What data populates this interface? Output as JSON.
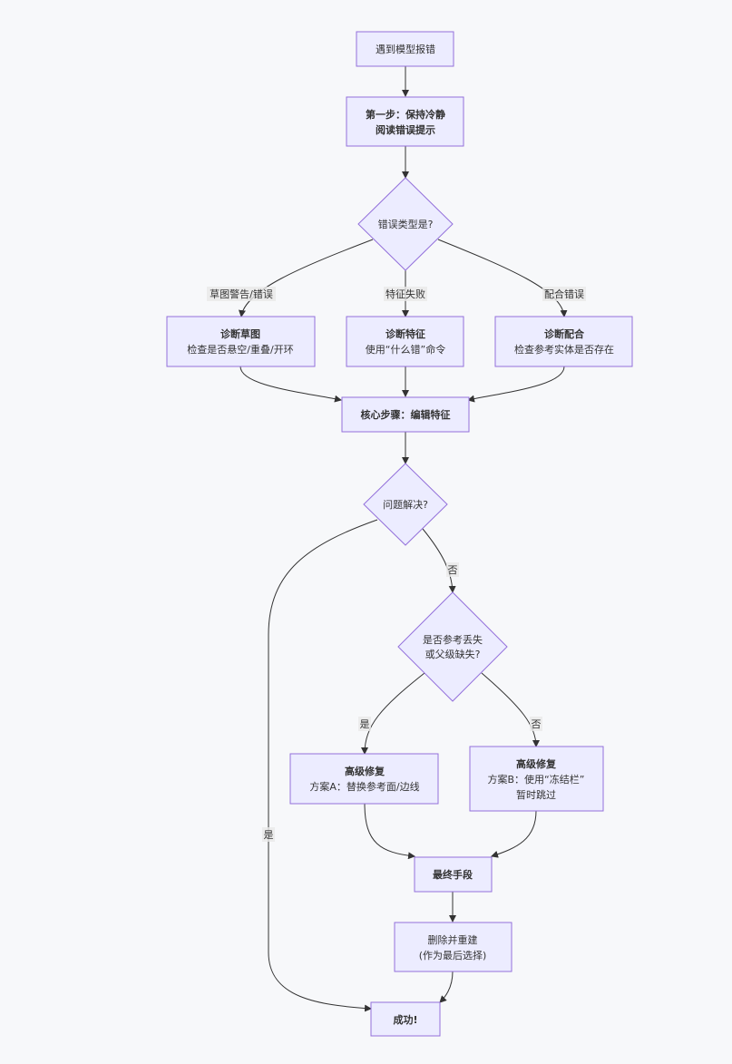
{
  "nodes": {
    "start": {
      "lines": [
        "遇到模型报错"
      ],
      "bold": false
    },
    "step1": {
      "lines": [
        "第一步：保持冷静",
        "阅读错误提示"
      ],
      "bold": true
    },
    "type": {
      "lines": [
        "错误类型是?"
      ],
      "bold": false
    },
    "sketch": {
      "lines": [
        "诊断草图",
        "检查是否悬空/重叠/开环"
      ],
      "bold": [
        true,
        false
      ]
    },
    "feature": {
      "lines": [
        "诊断特征",
        "使用“什么错”命令"
      ],
      "bold": [
        true,
        false
      ]
    },
    "mate": {
      "lines": [
        "诊断配合",
        "检查参考实体是否存在"
      ],
      "bold": [
        true,
        false
      ]
    },
    "core": {
      "lines": [
        "核心步骤：编辑特征"
      ],
      "bold": true
    },
    "solved": {
      "lines": [
        "问题解决?"
      ],
      "bold": false
    },
    "ref": {
      "lines": [
        "是否参考丢失",
        "或父级缺失?"
      ],
      "bold": false
    },
    "fixA": {
      "lines": [
        "高级修复",
        "方案A：替换参考面/边线"
      ],
      "bold": [
        true,
        false
      ]
    },
    "fixB": {
      "lines": [
        "高级修复",
        "方案B：使用“冻结栏”",
        "暂时跳过"
      ],
      "bold": [
        true,
        false,
        false
      ]
    },
    "last": {
      "lines": [
        "最终手段"
      ],
      "bold": true
    },
    "rebuild": {
      "lines": [
        "删除并重建",
        "(作为最后选择)"
      ],
      "bold": false
    },
    "success": {
      "lines": [
        "成功!"
      ],
      "bold": true
    }
  },
  "edge_labels": {
    "sketch": "草图警告/错误",
    "feature": "特征失败",
    "mate": "配合错误",
    "no1": "否",
    "yes1": "是",
    "yes2": "是",
    "no2": "否"
  },
  "colors": {
    "node_fill": "#ececff",
    "node_stroke": "#9370db",
    "edge": "#333333",
    "background": "#f7f8fa"
  }
}
